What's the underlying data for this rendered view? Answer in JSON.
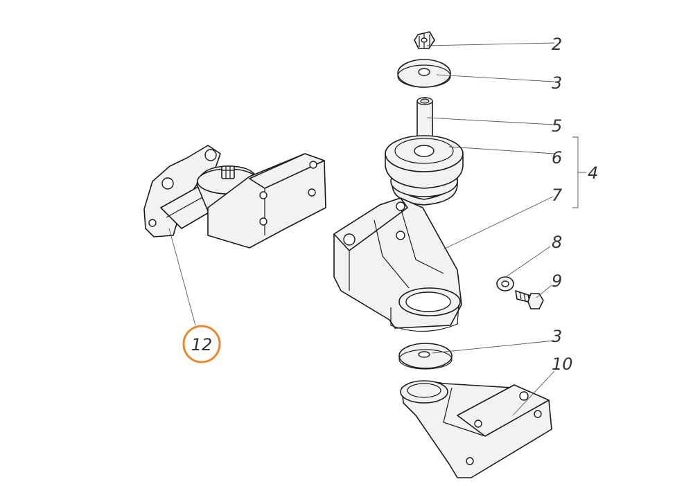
{
  "accent_color": "#e8882a",
  "callouts": {
    "c2": "2",
    "c3a": "3",
    "c5": "5",
    "c6": "6",
    "c4": "4",
    "c7": "7",
    "c8": "8",
    "c9": "9",
    "c3b": "3",
    "c10": "10",
    "c12": "12"
  }
}
